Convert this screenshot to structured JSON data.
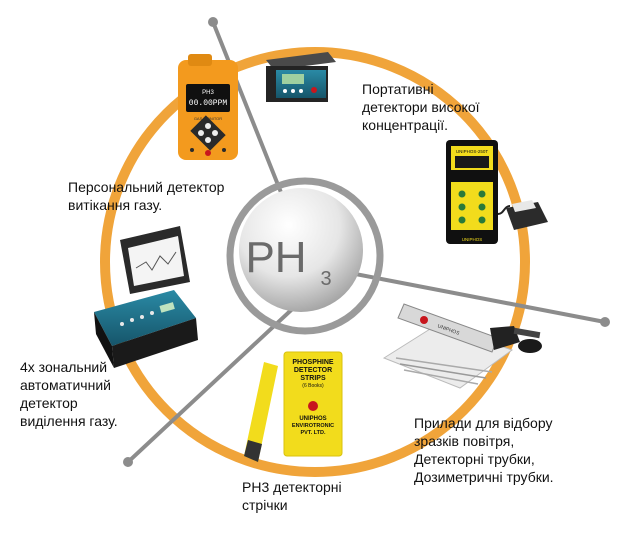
{
  "center": {
    "formula_main": "PH",
    "formula_sub": "3"
  },
  "labels": {
    "portable": [
      "Портативні",
      "детектори високої",
      "концентрації."
    ],
    "personal": [
      "Персональний детектор",
      "витікання газу."
    ],
    "zonal": [
      "4х зональний",
      "автоматичний",
      "детектор",
      "виділення газу."
    ],
    "strips": [
      "PH3 детекторні",
      "стрічки"
    ],
    "sampling": [
      "Прилади для відбору",
      "зразків повітря,",
      "Детекторні трубки,",
      "Дозиметричні трубки."
    ]
  },
  "devices": {
    "personal_screen": [
      "PH3",
      "00.00PPM"
    ],
    "personal_caption": "GAS MONITOR",
    "handheld_brand": "UNIPHOS-250T",
    "handheld_footer": "UNIPHOS",
    "strip_pack": [
      "PHOSPHINE",
      "DETECTOR",
      "STRIPS",
      "(6 Books)",
      "UNIPHOS",
      "ENVIROTRONIC",
      "PVT. LTD."
    ],
    "tube_brand": "UNIPHOS"
  },
  "colors": {
    "ring": "#f0a43a",
    "line": "#8c8c8c",
    "device_orange": "#f39a1e",
    "device_yellow": "#f2dc1c",
    "device_green_teal": "#1e6f86",
    "brand_red": "#c8161d"
  }
}
